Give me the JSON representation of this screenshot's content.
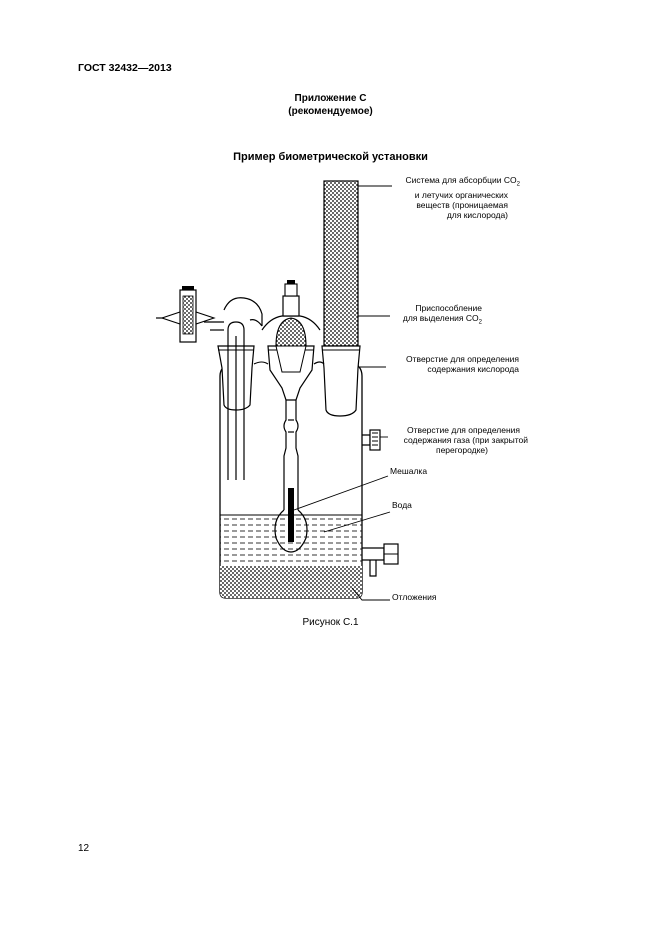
{
  "header": {
    "standard": "ГОСТ 32432—2013"
  },
  "annex": {
    "title": "Приложение С",
    "status": "(рекомендуемое)"
  },
  "figure": {
    "title": "Пример биометрической установки",
    "caption": "Рисунок С.1",
    "labels": {
      "absorber_1": "Система для абсорбции CO",
      "absorber_sub": "2",
      "absorber_2": "и летучих органических",
      "absorber_3": "веществ (проницаемая",
      "absorber_4": "для кислорода)",
      "co2_1": "Приспособление",
      "co2_2": "для выделения CO",
      "co2_sub": "2",
      "oxygen_1": "Отверстие для определения",
      "oxygen_2": "содержания кислорода",
      "gas_1": "Отверстие для определения",
      "gas_2": "содержания газа (при закрытой",
      "gas_3": "перегородке)",
      "stirrer": "Мешалка",
      "water": "Вода",
      "sediment": "Отложения"
    }
  },
  "footer": {
    "page_number": "12"
  }
}
